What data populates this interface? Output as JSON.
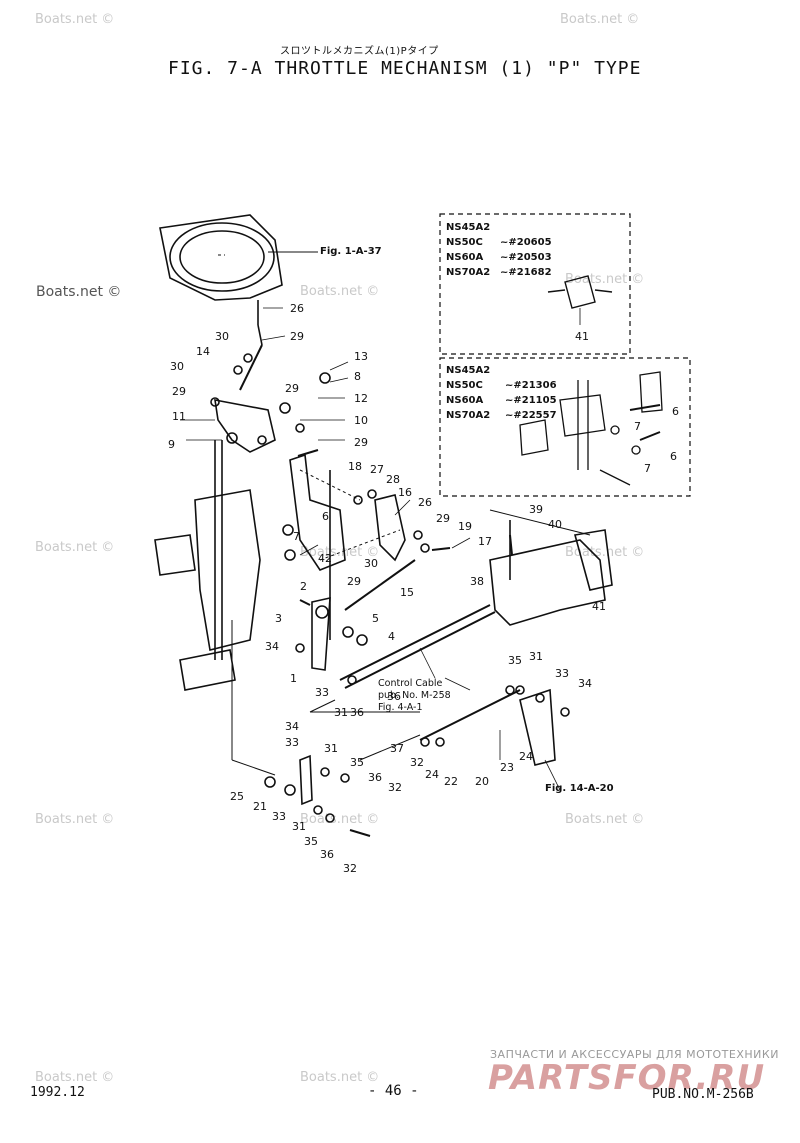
{
  "header": {
    "subtitle_jp": "スロツトルメカニズム(1)Pタイプ",
    "title": "FIG.  7-A THROTTLE MECHANISM (1) \"P\" TYPE"
  },
  "watermark": "Boats.net ©",
  "box_top": {
    "models": [
      "NS45A2",
      "NS50C",
      "NS60A",
      "NS70A2"
    ],
    "serials": [
      "",
      "~#20605",
      "~#20503",
      "~#21682"
    ],
    "part_label": "41"
  },
  "box_bottom": {
    "models": [
      "NS45A2",
      "NS50C",
      "NS60A",
      "NS70A2"
    ],
    "serials": [
      "",
      "~#21306",
      "~#21105",
      "~#22557"
    ],
    "labels": [
      "6",
      "7",
      "7",
      "6"
    ]
  },
  "references": {
    "fig_top": "Fig. 1-A-37",
    "control_cable_1": "Control Cable",
    "control_cable_2": "pub. No. M-258",
    "control_cable_3": "Fig. 4-A-1",
    "fig_bottom": "Fig. 14-A-20"
  },
  "part_labels": [
    "26",
    "30",
    "29",
    "14",
    "30",
    "29",
    "29",
    "13",
    "8",
    "11",
    "12",
    "10",
    "9",
    "29",
    "18",
    "27",
    "28",
    "16",
    "26",
    "29",
    "19",
    "17",
    "6",
    "7",
    "42",
    "39",
    "40",
    "38",
    "41",
    "30",
    "15",
    "2",
    "29",
    "3",
    "5",
    "4",
    "34",
    "1",
    "33",
    "31",
    "36",
    "36",
    "35",
    "31",
    "33",
    "34",
    "34",
    "33",
    "31",
    "35",
    "36",
    "32",
    "37",
    "32",
    "24",
    "22",
    "20",
    "23",
    "24",
    "25",
    "21",
    "33",
    "31",
    "35",
    "36",
    "32"
  ],
  "footer": {
    "date": "1992.12",
    "page": "- 46 -",
    "pub": "PUB.NO.M-256B",
    "ad_line": "ЗАПЧАСТИ И АКСЕССУАРЫ ДЛЯ МОТОТЕХНИКИ",
    "ad_logo": "PARTSFOR.RU"
  }
}
